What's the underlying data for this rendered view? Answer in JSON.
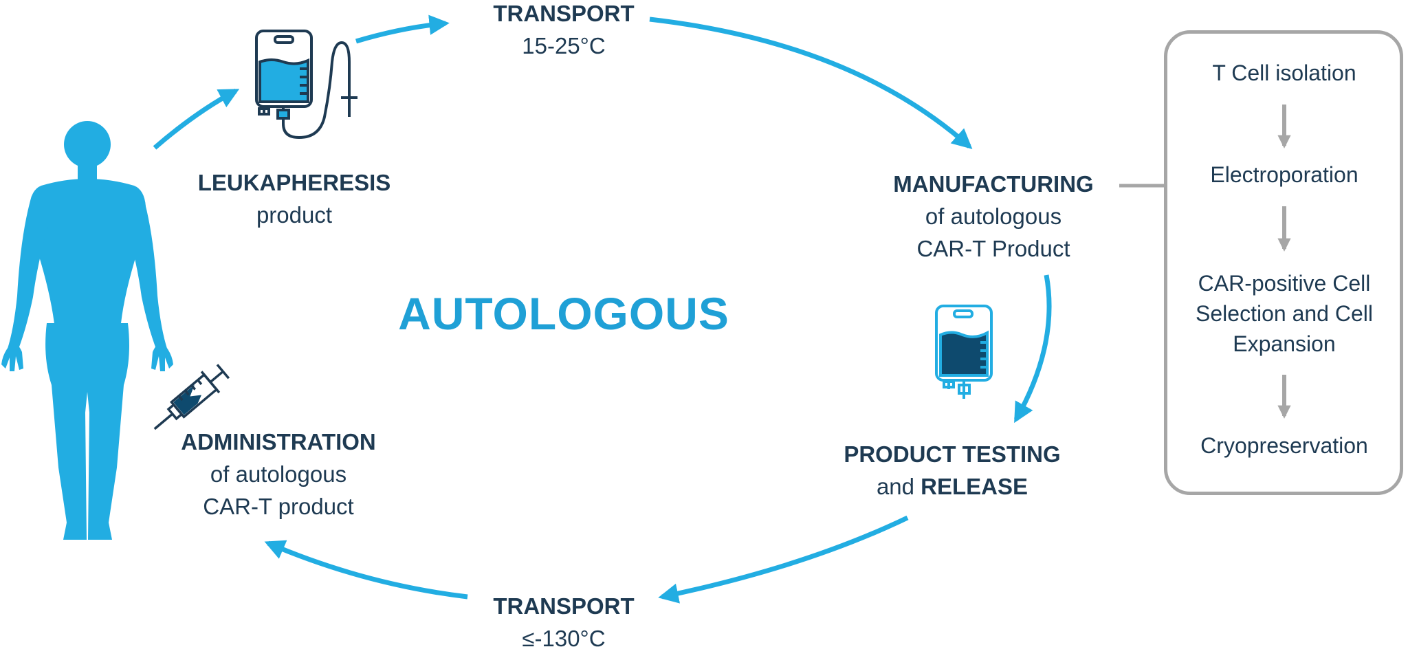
{
  "center_title": "AUTOLOGOUS",
  "leukapheresis": {
    "title": "LEUKAPHERESIS",
    "sub": "product"
  },
  "transport_top": {
    "title": "TRANSPORT",
    "sub": "15-25°C"
  },
  "manufacturing": {
    "title": "MANUFACTURING",
    "sub1": "of autologous",
    "sub2": "CAR-T Product"
  },
  "testing": {
    "title": "PRODUCT TESTING",
    "pre": "and ",
    "bold": "RELEASE"
  },
  "transport_bottom": {
    "title": "TRANSPORT",
    "sub": "≤-130°C"
  },
  "administration": {
    "title": "ADMINISTRATION",
    "sub1": "of autologous",
    "sub2": "CAR-T product"
  },
  "process_steps": {
    "s1": "T Cell isolation",
    "s2": "Electroporation",
    "s3a": "CAR-positive Cell",
    "s3b": "Selection and Cell",
    "s3c": "Expansion",
    "s4": "Cryopreservation"
  },
  "colors": {
    "accent": "#1fa0d6",
    "cycle": "#22ade2",
    "dark": "#1e3a52",
    "bag_dark": "#0e4a6e",
    "gray": "#a6a6a6"
  }
}
